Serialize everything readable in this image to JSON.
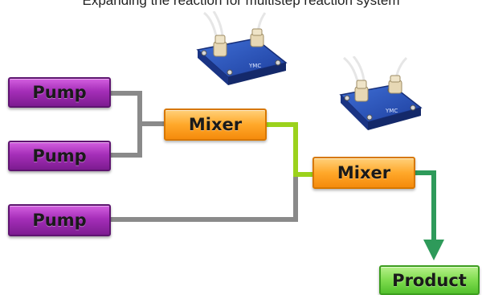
{
  "caption": "Expanding the reaction for multistep reaction system",
  "nodes": {
    "pump_1": "Pump",
    "pump_2": "Pump",
    "pump_3": "Pump",
    "mixer_1": "Mixer",
    "mixer_2": "Mixer",
    "product": "Product"
  },
  "device_label": "YMC",
  "colors": {
    "pump": "#a52eb8",
    "mixer": "#ffa82a",
    "product": "#7fdc4e",
    "line_gray": "#8a8a8a",
    "line_green": "#9bd21c",
    "arrow": "#2e9a5a"
  }
}
